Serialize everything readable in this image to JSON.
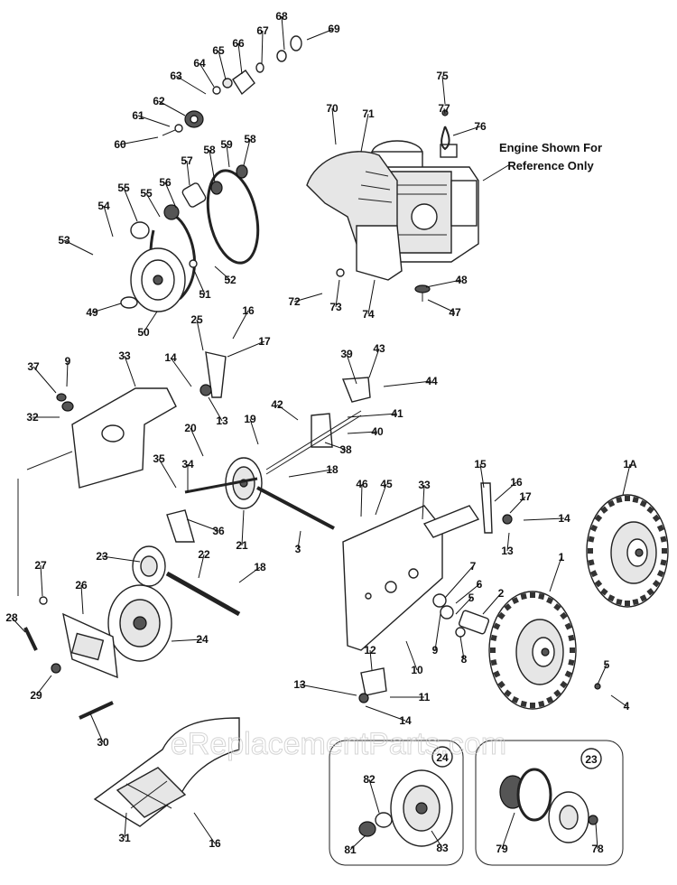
{
  "watermark": "eReplacementParts.com",
  "reference_note": [
    "Engine Shown For",
    "Reference Only"
  ],
  "inset_badges": [
    "24",
    "23"
  ],
  "callouts": [
    "69",
    "68",
    "67",
    "66",
    "65",
    "64",
    "63",
    "62",
    "61",
    "60",
    "70",
    "71",
    "75",
    "77",
    "76",
    "59",
    "58",
    "58",
    "57",
    "56",
    "55",
    "55",
    "54",
    "53",
    "52",
    "51",
    "50",
    "49",
    "16",
    "25",
    "17",
    "14",
    "33",
    "37",
    "9",
    "32",
    "13",
    "39",
    "43",
    "44",
    "42",
    "41",
    "40",
    "38",
    "19",
    "20",
    "18",
    "35",
    "34",
    "36",
    "21",
    "3",
    "46",
    "45",
    "33",
    "15",
    "16",
    "17",
    "14",
    "13",
    "1A",
    "23",
    "22",
    "18",
    "27",
    "26",
    "24",
    "28",
    "29",
    "30",
    "31",
    "16",
    "1",
    "7",
    "6",
    "5",
    "2",
    "9",
    "8",
    "10",
    "12",
    "11",
    "13",
    "14",
    "5",
    "4",
    "48",
    "47",
    "72",
    "73",
    "74",
    "82",
    "81",
    "83",
    "79",
    "78"
  ]
}
